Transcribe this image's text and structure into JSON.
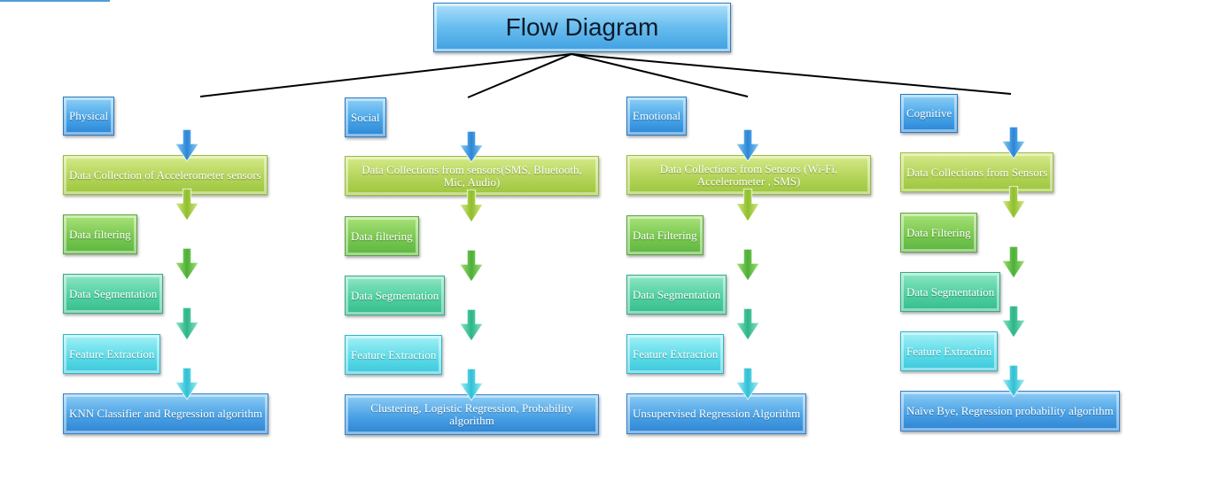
{
  "title": "Flow Diagram",
  "colors": {
    "header": "#3f9fe0",
    "collection": "#b4d45a",
    "filtering": "#79c850",
    "segmentation": "#50d0a2",
    "feature": "#5edce8",
    "algorithm": "#4aa2e6",
    "connector": "#000000"
  },
  "columns": [
    {
      "header": "Physical",
      "steps": [
        "Data Collection of Accelerometer sensors",
        "Data filtering",
        "Data Segmentation",
        "Feature Extraction",
        "KNN Classifier and Regression algorithm"
      ]
    },
    {
      "header": "Social",
      "steps": [
        "Data Collections from sensors(SMS, Bluetooth, Mic, Audio)",
        "Data filtering",
        "Data Segmentation",
        "Feature Extraction",
        "Clustering, Logistic Regression,  Probability algorithm"
      ]
    },
    {
      "header": "Emotional",
      "steps": [
        "Data Collections from Sensors (Wi-Fi, Accelerometer , SMS)",
        "Data Filtering",
        "Data Segmentation",
        "Feature Extraction",
        "Unsupervised Regression Algorithm"
      ]
    },
    {
      "header": "Cognitive",
      "steps": [
        "Data Collections from Sensors",
        "Data Filtering",
        "Data Segmentation",
        "Feature Extraction",
        "Naïve Bye, Regression probability algorithm"
      ]
    }
  ]
}
